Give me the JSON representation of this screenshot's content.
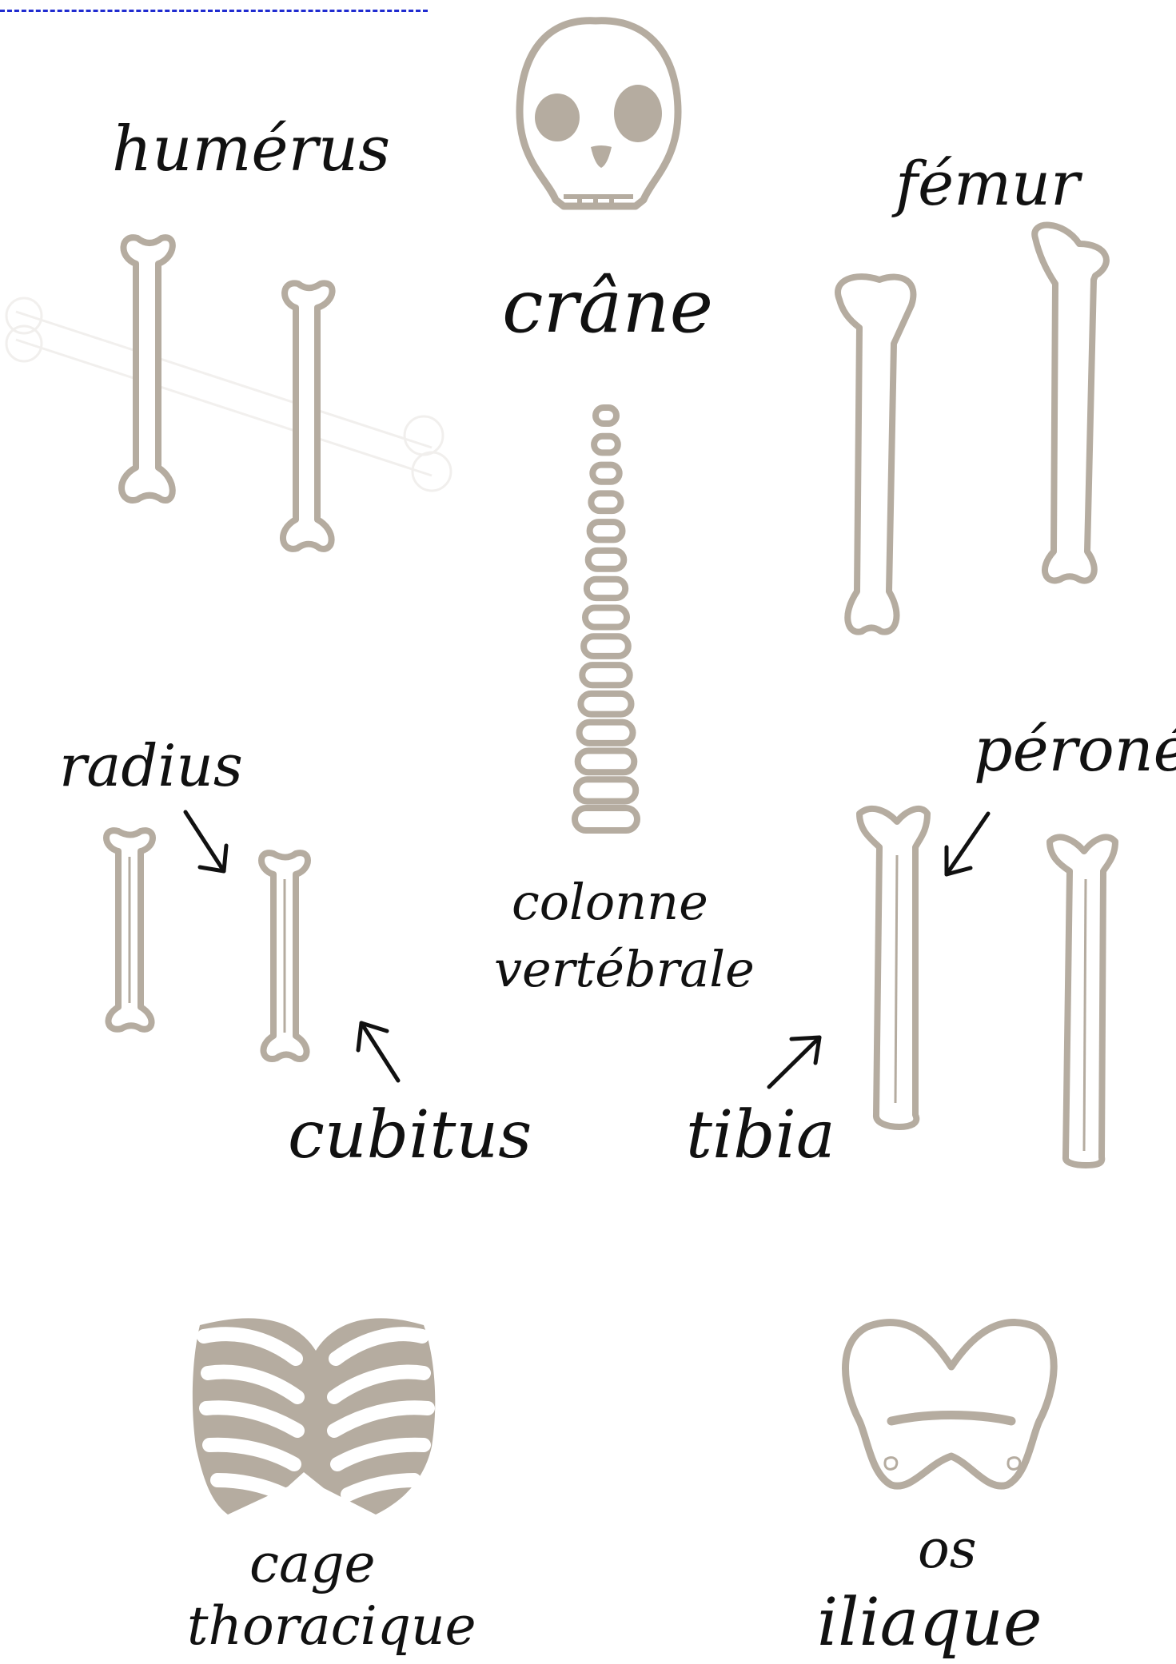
{
  "colors": {
    "bone_outline": "#b5aca0",
    "bone_fill": "#ffffff",
    "skull_features": "#b5aca0",
    "ink": "#111111",
    "top_rule": "#1f2bd0"
  },
  "labels": {
    "humerus": "humérus",
    "femur": "fémur",
    "crane": "crâne",
    "radius": "radius",
    "perone": "péroné",
    "colonne_line1": "colonne",
    "colonne_line2": "vertébrale",
    "cubitus": "cubitus",
    "tibia": "tibia",
    "cage_line1": "cage",
    "cage_line2": "thoracique",
    "os_line1": "os",
    "os_line2": "iliaque"
  },
  "icons": {
    "skull": "skull-icon",
    "long_bone": "long-bone-icon",
    "vertebra": "vertebra-icon",
    "rib_cage": "rib-cage-icon",
    "pelvis": "pelvis-icon",
    "arrow": "arrow-icon"
  }
}
